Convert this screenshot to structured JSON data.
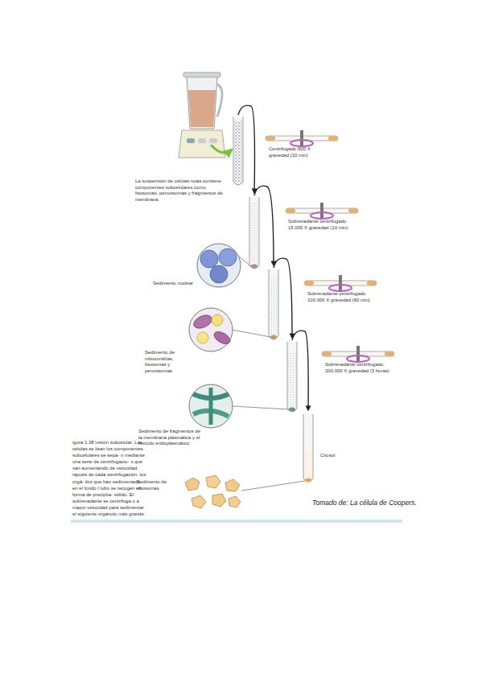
{
  "diagram": {
    "caption": "igura 1.38 ivisión subcelular. Las células se lisan los componentes subcelulares se sepa- n mediante una serie de centrifugacio- s que van aumentando de velocidad. rapués de cada centrifugación, los orgá- ilos que han sedimentado en el fondo l tubo se recogen en forma de precipita- sólido. El sobrenadante se centrifuga o a mayor velocidad para sedimentar el siguiente orgánulo más grande.",
    "labels": [
      "Centrifugado 600 X gravedad (10 min)",
      "La suspensión de células rotas contiene componentes subcelulares como lisosomas, peroxisomas y fragmentos de membrana",
      "Sobrenadante centrifugado 15.000 X gravedad (10 min)",
      "Sedimento nuclear",
      "Sobrenadante centrifugado 100.000 X gravedad (60 min)",
      "Sedimento de mitocondrias, lisosomas y peroxisomas",
      "Sobrenadante centrifugado 200.000 X gravedad (3 horas)",
      "Sedimento de fragmentos de la membrana plasmática y el retículo endoplasmático",
      "Citosol",
      "Sedimento de ribosomas",
      "Tomado de: La célula de Coopers."
    ]
  }
}
